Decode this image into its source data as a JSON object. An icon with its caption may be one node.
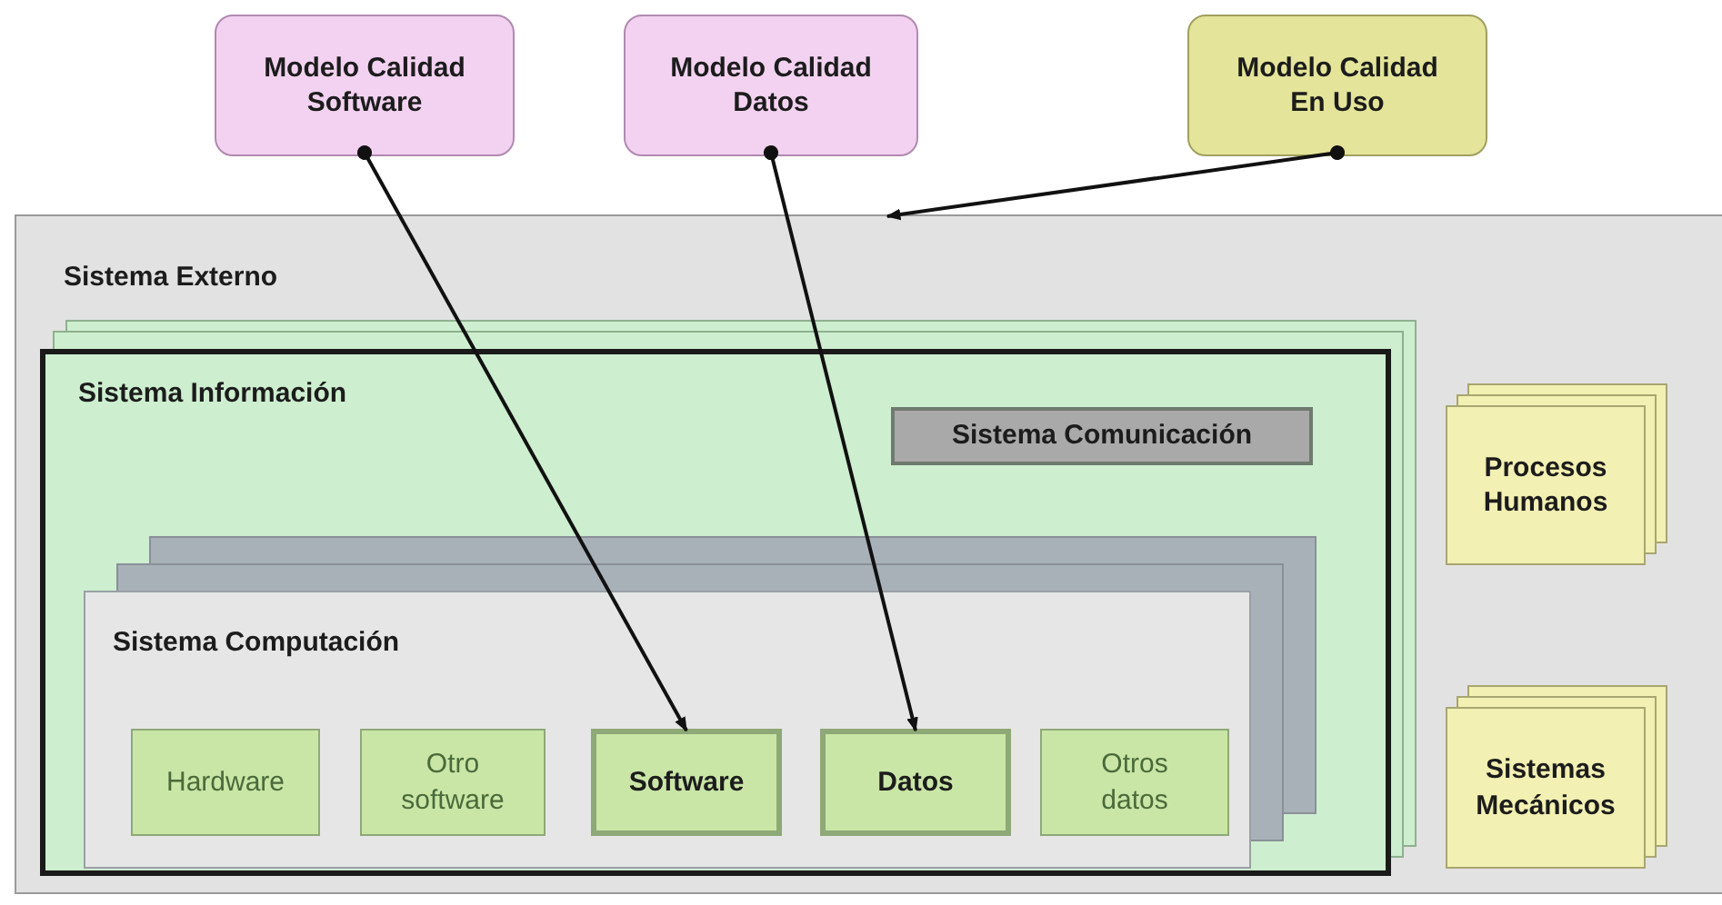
{
  "diagram": {
    "nodes": [
      {
        "text": [
          "Modelo Calidad Software"
        ]
      },
      {
        "text": [
          "Modelo Calidad Datos"
        ]
      },
      {
        "text": [
          "Modelo Calidad En Uso"
        ]
      },
      {
        "text": [
          "Sistema Externo"
        ]
      },
      {
        "text": [
          "Sistema Información"
        ],
        "in": 3
      },
      {
        "text": [
          "Sistema Comunicación"
        ],
        "in": 4
      },
      {
        "text": [
          "Sistema Computación"
        ],
        "in": 4
      },
      {
        "text": [
          "Hardware"
        ],
        "in": 6
      },
      {
        "text": [
          "Otro software"
        ],
        "in": 6
      },
      {
        "text": [
          "Software"
        ],
        "in": 6
      },
      {
        "text": [
          "Datos"
        ],
        "in": 6
      },
      {
        "text": [
          "Otros datos"
        ],
        "in": 6
      },
      {
        "text": [
          "Procesos Humanos"
        ],
        "in": 3
      },
      {
        "text": [
          "Sistemas Mecánicos"
        ],
        "in": 3
      }
    ],
    "edges": [
      {
        "from": 0,
        "to": 9,
        "arrow": "to"
      },
      {
        "from": 1,
        "to": 10,
        "arrow": "to"
      },
      {
        "from": 2,
        "to": 3,
        "arrow": "to"
      }
    ]
  }
}
